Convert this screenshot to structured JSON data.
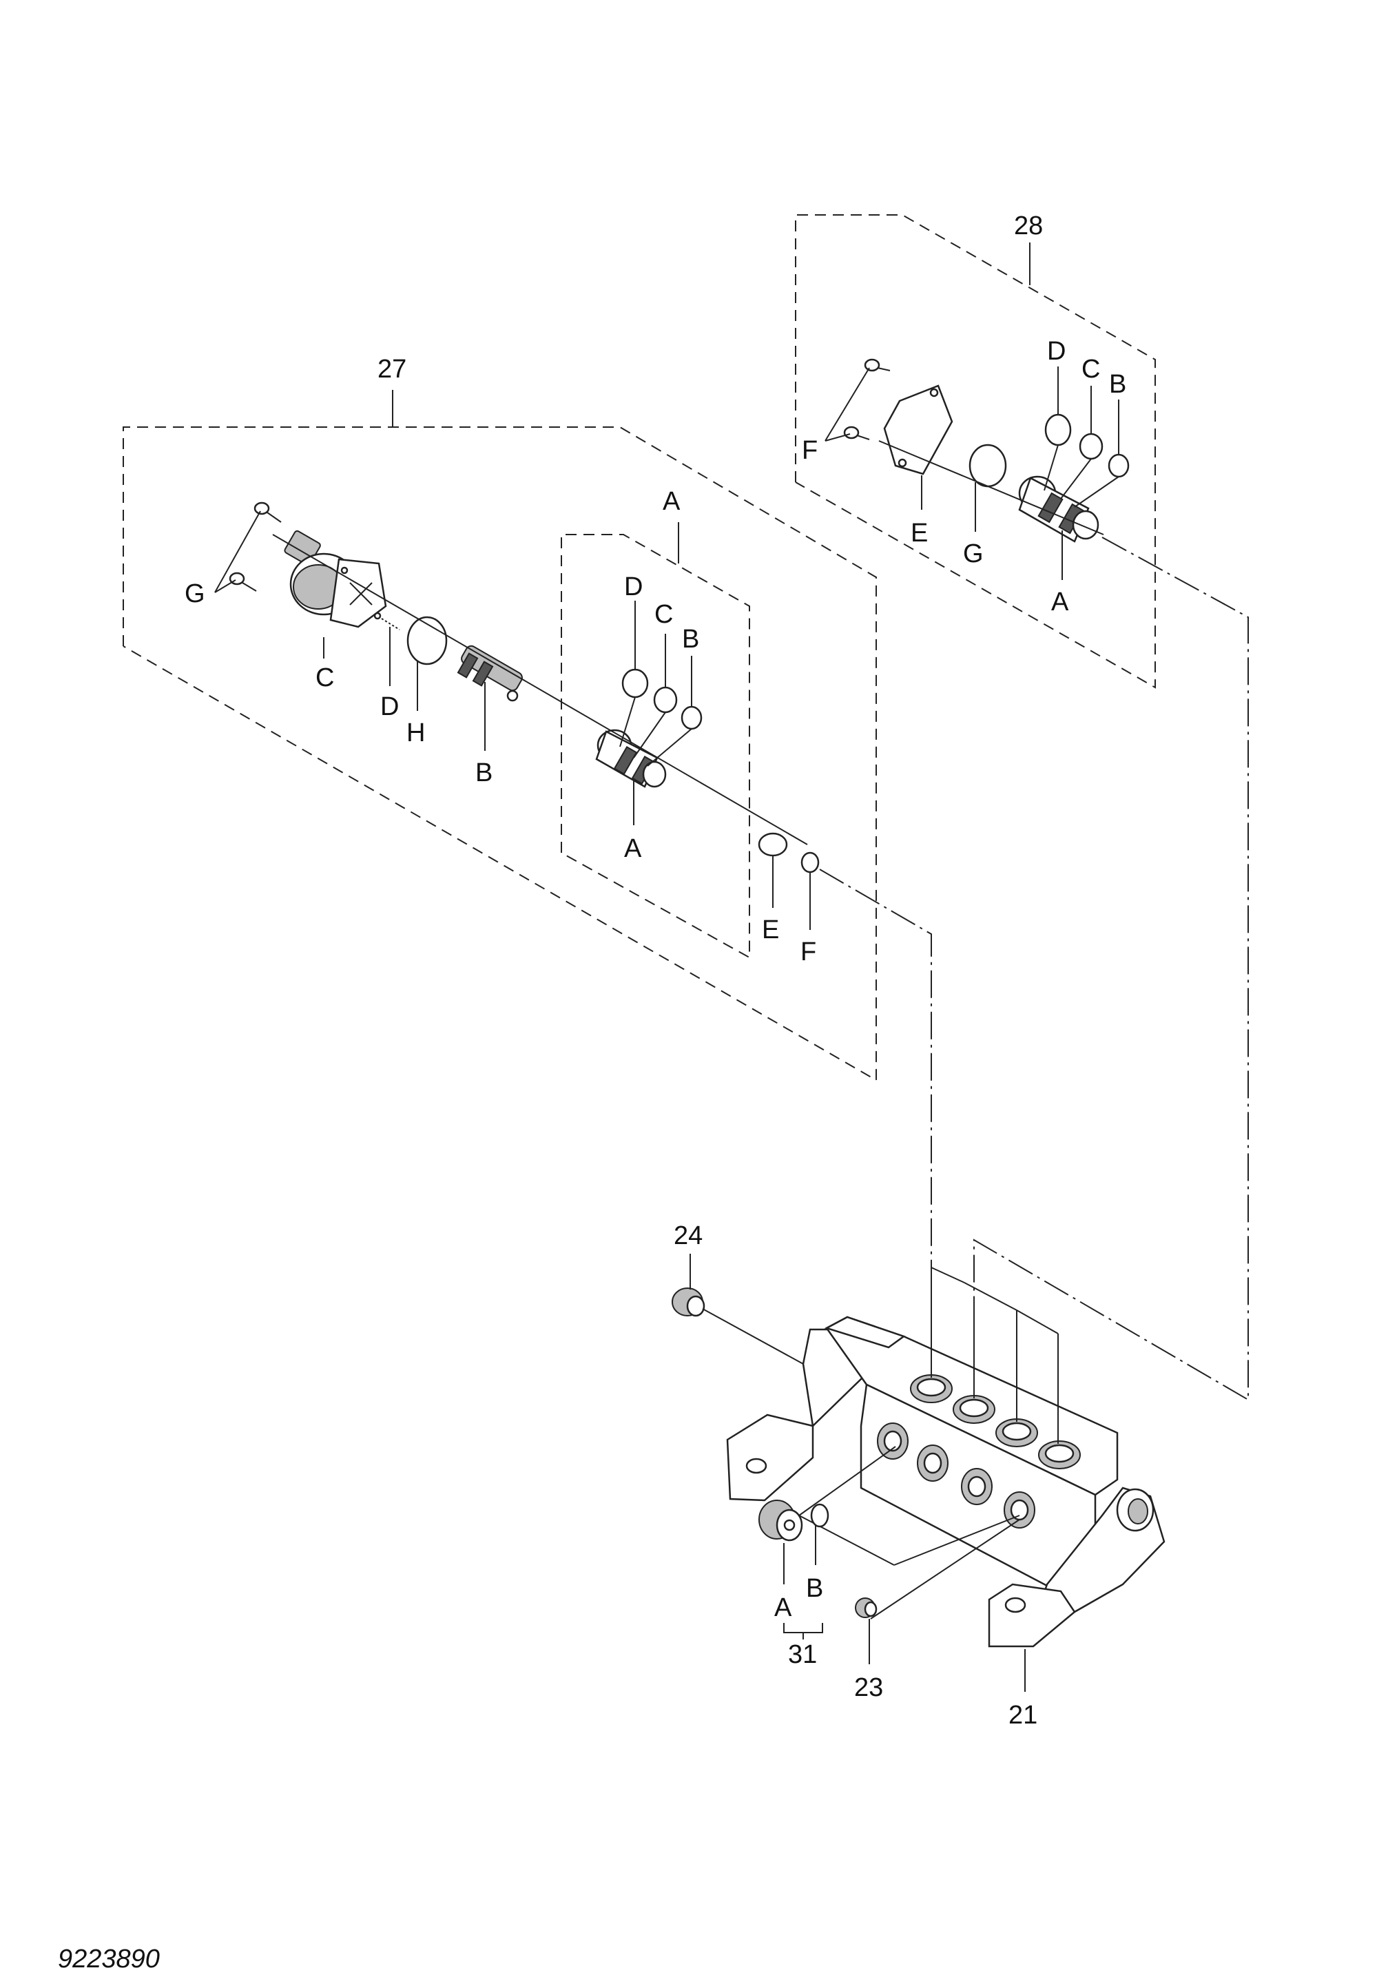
{
  "figure_number": "9223890",
  "callouts": {
    "c27": "27",
    "c28": "28",
    "c24": "24",
    "c21": "21",
    "c23": "23",
    "c31": "31",
    "a27_G": "G",
    "a27_C": "C",
    "a27_D": "D",
    "a27_H": "H",
    "a27_B": "B",
    "a27_E": "E",
    "a27_F": "F",
    "sub_A": "A",
    "sub_D": "D",
    "sub_C": "C",
    "sub_B": "B",
    "sub_A2": "A",
    "a28_D": "D",
    "a28_C": "C",
    "a28_B": "B",
    "a28_F": "F",
    "a28_E": "E",
    "a28_G": "G",
    "a28_A": "A",
    "a31_A": "A",
    "a31_B": "B"
  }
}
